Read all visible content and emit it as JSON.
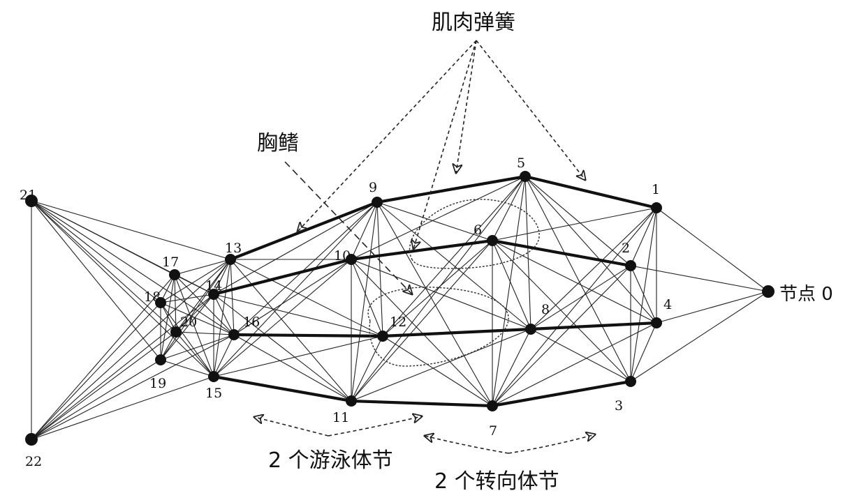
{
  "diagram": {
    "nodes": [
      {
        "id": "0",
        "label": "节点 0"
      },
      {
        "id": "1",
        "label": "1"
      },
      {
        "id": "2",
        "label": "2"
      },
      {
        "id": "3",
        "label": "3"
      },
      {
        "id": "4",
        "label": "4"
      },
      {
        "id": "5",
        "label": "5"
      },
      {
        "id": "6",
        "label": "6"
      },
      {
        "id": "7",
        "label": "7"
      },
      {
        "id": "8",
        "label": "8"
      },
      {
        "id": "9",
        "label": "9"
      },
      {
        "id": "10",
        "label": "10"
      },
      {
        "id": "11",
        "label": "11"
      },
      {
        "id": "12",
        "label": "12"
      },
      {
        "id": "13",
        "label": "13"
      },
      {
        "id": "14",
        "label": "14"
      },
      {
        "id": "15",
        "label": "15"
      },
      {
        "id": "16",
        "label": "16"
      },
      {
        "id": "17",
        "label": "17"
      },
      {
        "id": "18",
        "label": "18"
      },
      {
        "id": "19",
        "label": "19"
      },
      {
        "id": "20",
        "label": "20"
      },
      {
        "id": "21",
        "label": "21"
      },
      {
        "id": "22",
        "label": "22"
      }
    ],
    "annotations": {
      "muscle_springs": "肌肉弹簧",
      "pectoral_fin": "胸鳍",
      "swim_segments": "2 个游泳体节",
      "turn_segments": "2 个转向体节"
    }
  }
}
